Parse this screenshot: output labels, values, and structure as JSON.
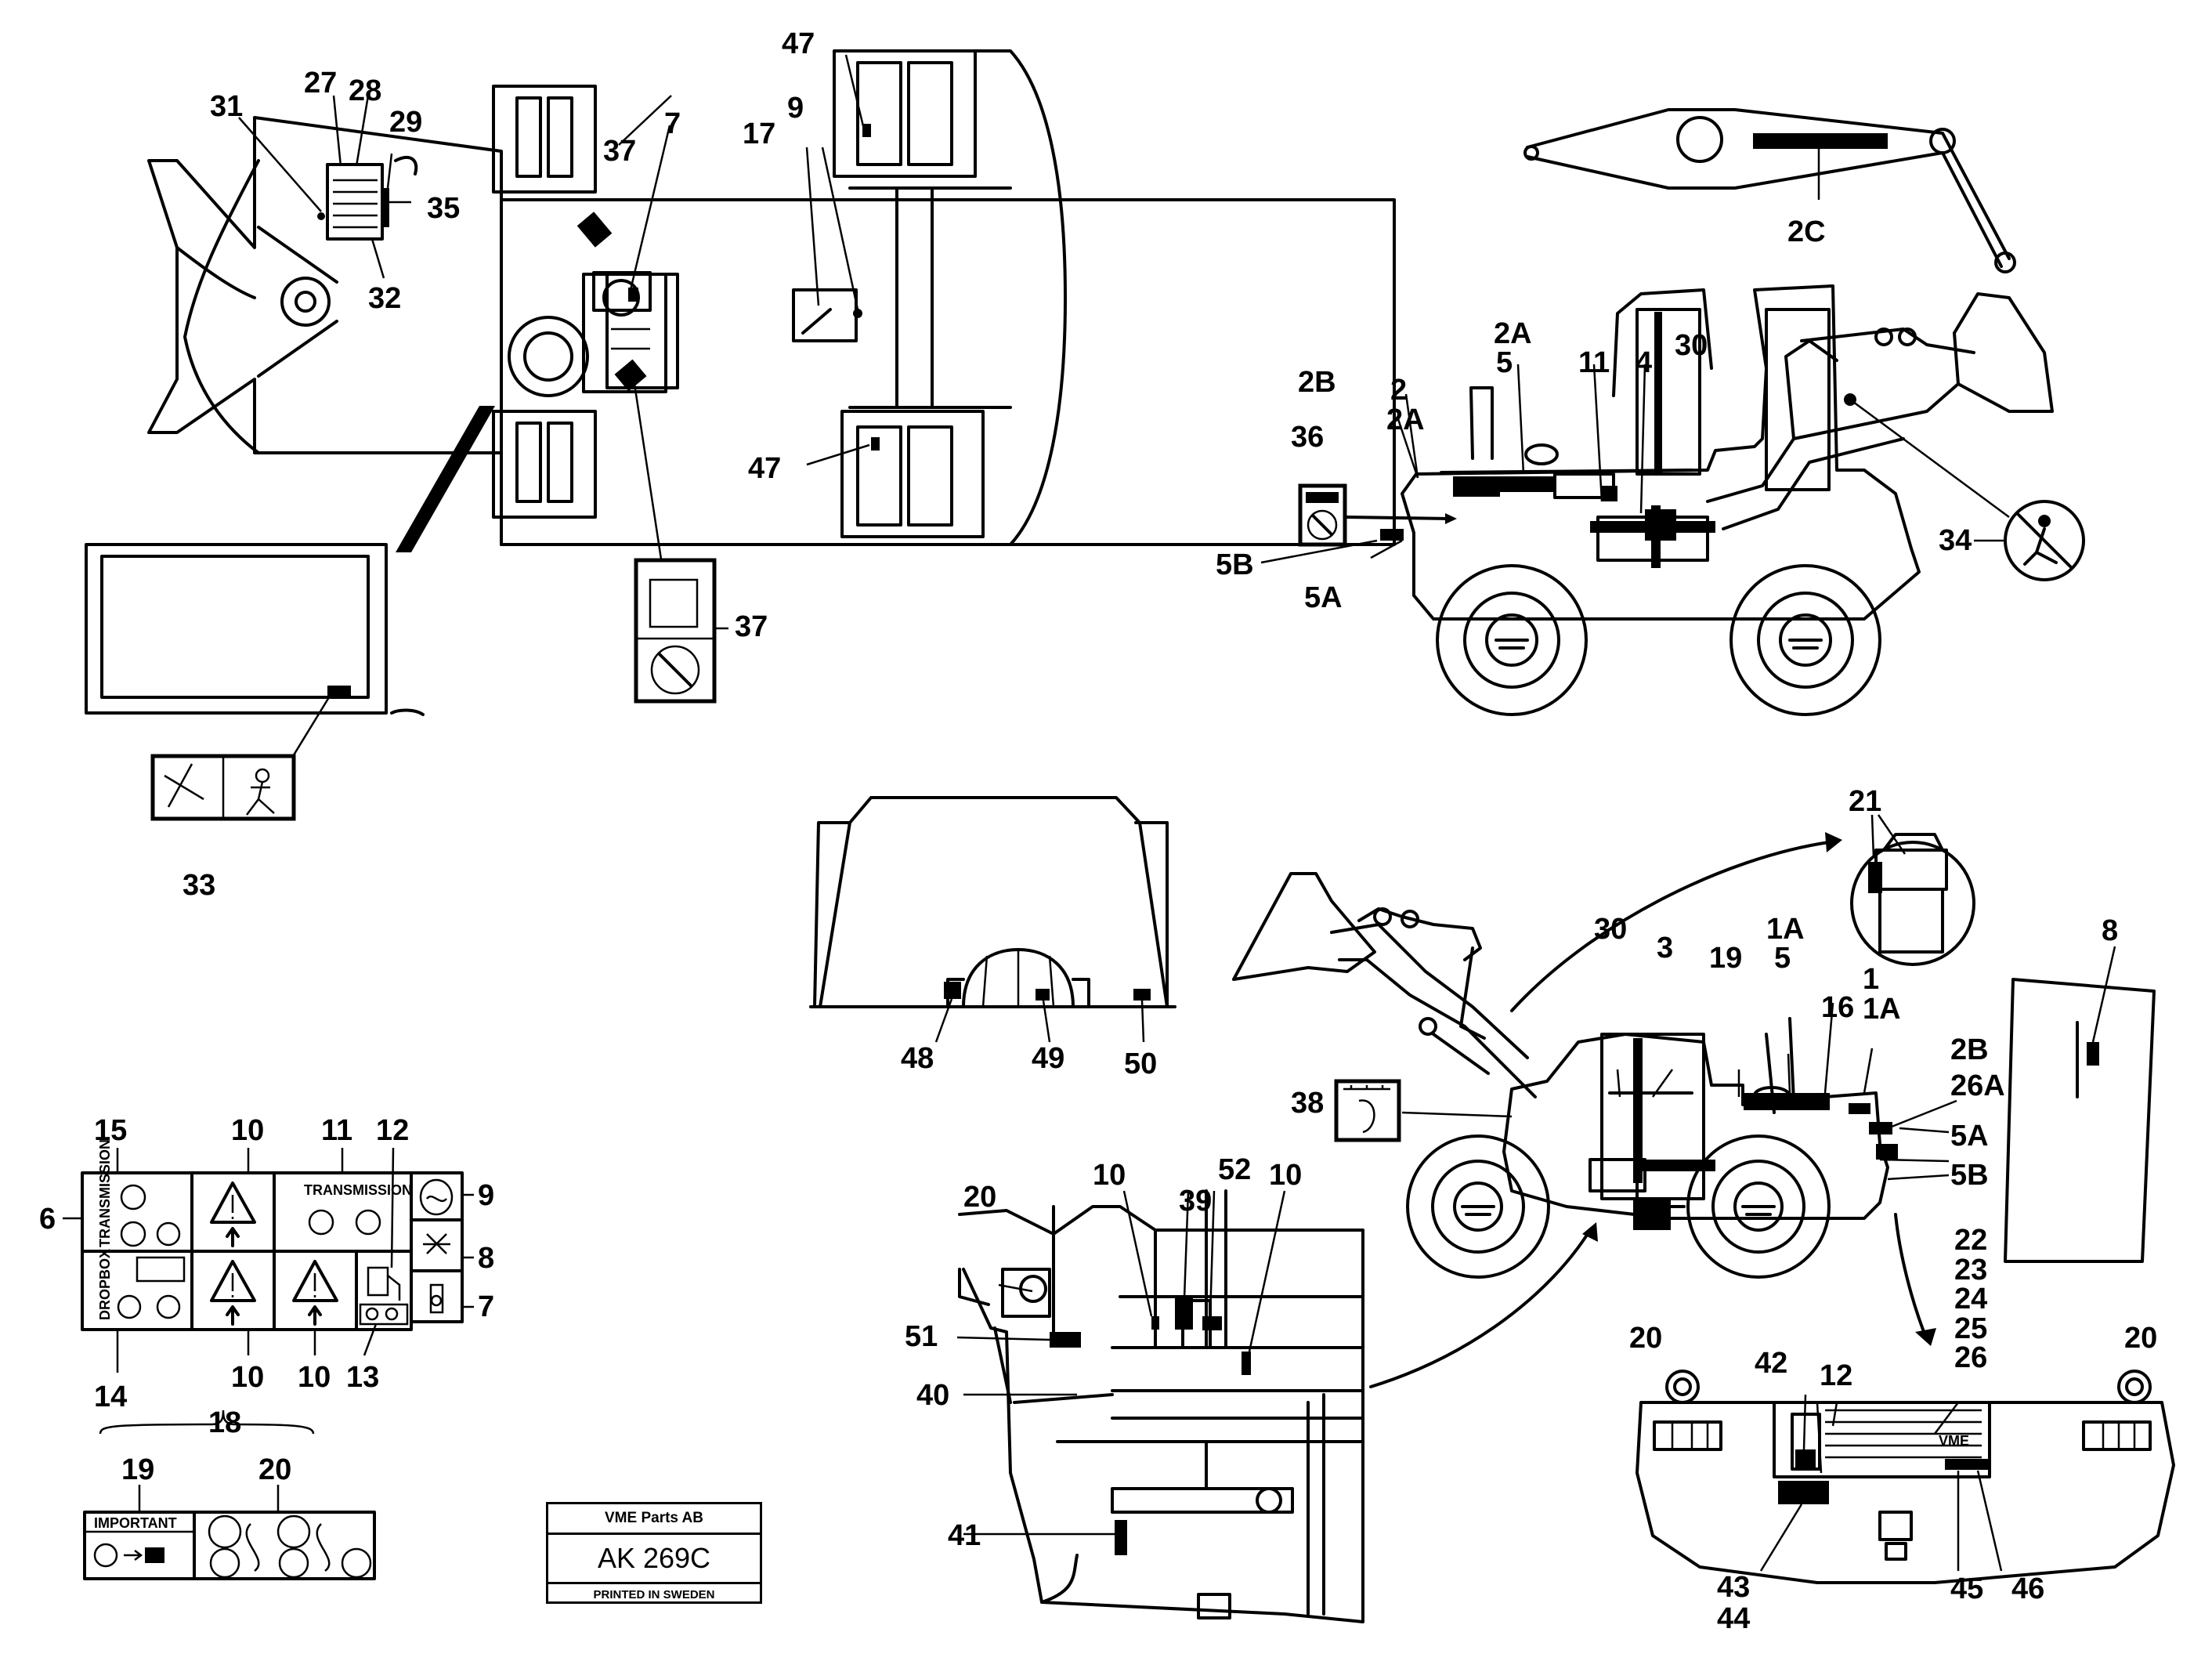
{
  "labels": {
    "l31": "31",
    "l27": "27",
    "l28": "28",
    "l29": "29",
    "l35": "35",
    "l32": "32",
    "l37a": "37",
    "l7a": "7",
    "l47a": "47",
    "l17": "17",
    "l9a": "9",
    "l47b": "47",
    "l37b": "37",
    "l33": "33",
    "l2c": "2C",
    "l2a_top": "2A",
    "l5_top": "5",
    "l2b_top": "2B",
    "l2_top": "2",
    "l2a_mid": "2A",
    "l11_top": "11",
    "l4": "4",
    "l30_top": "30",
    "l36": "36",
    "l5b_top": "5B",
    "l5a_top": "5A",
    "l34": "34",
    "l48": "48",
    "l49": "49",
    "l50": "50",
    "l21": "21",
    "l30_b": "30",
    "l3": "3",
    "l19_b": "19",
    "l1a_top": "1A",
    "l5_b": "5",
    "l16": "16",
    "l1": "1",
    "l1a_b": "1A",
    "l8_b": "8",
    "l2b_b": "2B",
    "l26a": "26A",
    "l38": "38",
    "l5a_b": "5A",
    "l5b_b": "5B",
    "l15": "15",
    "l10_t": "10",
    "l11_d": "11",
    "l12_d": "12",
    "l6": "6",
    "l9_d": "9",
    "l8_d": "8",
    "l7_d": "7",
    "l14": "14",
    "l10_b1": "10",
    "l10_b2": "10",
    "l13": "13",
    "l18": "18",
    "l19_d": "19",
    "l20_d": "20",
    "l20_f": "20",
    "l10_f1": "10",
    "l39": "39",
    "l52": "52",
    "l10_f2": "10",
    "l51": "51",
    "l40": "40",
    "l41": "41",
    "l22": "22",
    "l23": "23",
    "l24": "24",
    "l25": "25",
    "l26": "26",
    "l20_l": "20",
    "l42": "42",
    "l12_r": "12",
    "l20_r": "20",
    "l43": "43",
    "l44": "44",
    "l45": "45",
    "l46": "46"
  },
  "decal_text": {
    "transmission_side": "TRANSMISSION",
    "transmission_main": "TRANSMISSION",
    "dropbox": "DROPBOX",
    "important": "IMPORTANT",
    "vme": "VME"
  },
  "title_block": {
    "company": "VME Parts AB",
    "code": "AK 269C",
    "printed": "PRINTED IN SWEDEN"
  }
}
